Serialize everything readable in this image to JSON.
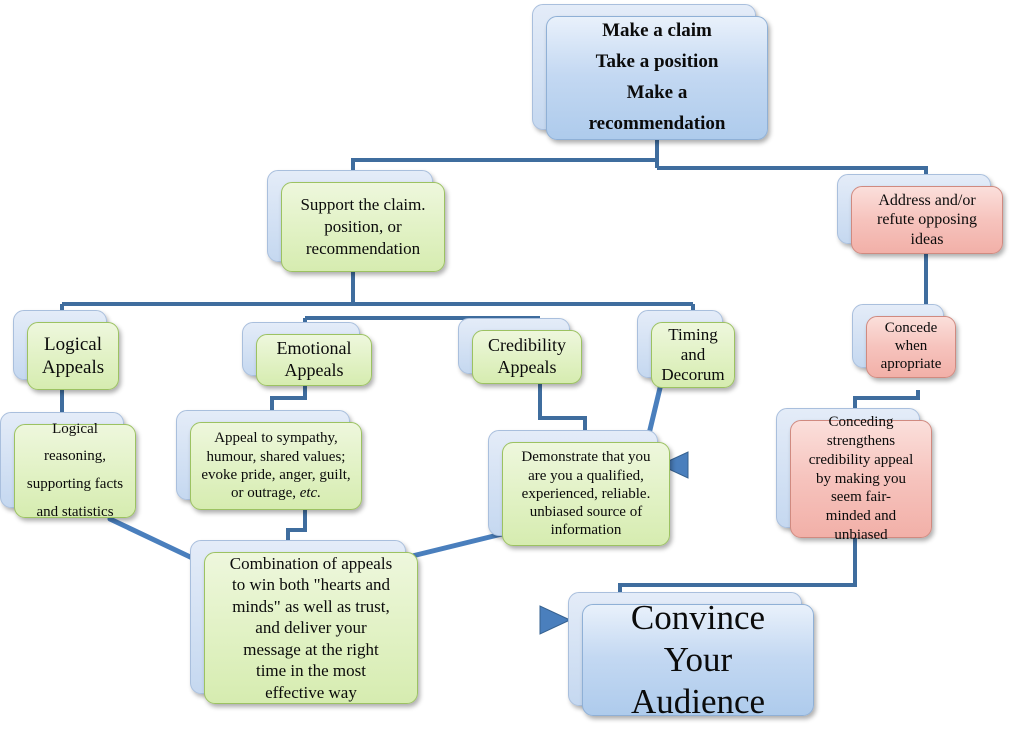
{
  "diagram": {
    "title": "Persuasive Argument Flow Chart",
    "colors": {
      "blue_fill": "#c3d8f2",
      "green_fill": "#e2f2c6",
      "red_fill": "#f6c3bd",
      "connector": "#3f6d9e",
      "shadow_fill": "#d5e3f5"
    },
    "nodes": [
      {
        "id": "root",
        "type": "blue",
        "lines": [
          "Make a claim",
          "Take a position",
          "Make a",
          "recommendation"
        ]
      },
      {
        "id": "support",
        "type": "green",
        "lines": [
          "Support the claim.",
          "position, or",
          "recommendation"
        ]
      },
      {
        "id": "address",
        "type": "red",
        "lines": [
          "Address and/or",
          "refute opposing",
          "ideas"
        ]
      },
      {
        "id": "logical",
        "type": "green",
        "lines": [
          "Logical",
          "Appeals"
        ]
      },
      {
        "id": "emotional",
        "type": "green",
        "lines": [
          "Emotional",
          "Appeals"
        ]
      },
      {
        "id": "credibility",
        "type": "green",
        "lines": [
          "Credibility",
          "Appeals"
        ]
      },
      {
        "id": "timing",
        "type": "green",
        "lines": [
          "Timing",
          "and",
          "Decorum"
        ]
      },
      {
        "id": "concede",
        "type": "red",
        "lines": [
          "Concede",
          "when",
          "apropriate"
        ]
      },
      {
        "id": "logreason",
        "type": "green",
        "lines": [
          "Logical reasoning,",
          "supporting facts",
          "and statistics"
        ]
      },
      {
        "id": "appealto",
        "type": "green",
        "lines": [
          "Appeal to sympathy,",
          "humour, shared values;",
          "evoke pride, anger, guilt,",
          "or outrage, etc."
        ],
        "italic_tail": "etc."
      },
      {
        "id": "demo",
        "type": "green",
        "lines": [
          "Demonstrate that you",
          "are you a qualified,",
          "experienced, reliable.",
          "unbiased source of",
          "information"
        ]
      },
      {
        "id": "conceding",
        "type": "red",
        "lines": [
          "Conceding",
          "strengthens",
          "credibility appeal",
          "by making you",
          "seem fair-",
          "minded and",
          "unbiased"
        ]
      },
      {
        "id": "combination",
        "type": "green",
        "lines": [
          "Combination of appeals",
          "to win both \"hearts and",
          "minds\" as well as trust,",
          "and deliver your",
          "message at the right",
          "time in the most",
          "effective way"
        ]
      },
      {
        "id": "convince",
        "type": "blue",
        "lines": [
          "Convince",
          "Your",
          "Audience"
        ]
      }
    ],
    "connections": [
      {
        "from": "root",
        "to": "support",
        "style": "elbow"
      },
      {
        "from": "root",
        "to": "address",
        "style": "elbow"
      },
      {
        "from": "support",
        "to": "logical",
        "style": "elbow"
      },
      {
        "from": "support",
        "to": "emotional",
        "style": "elbow"
      },
      {
        "from": "support",
        "to": "credibility",
        "style": "elbow"
      },
      {
        "from": "support",
        "to": "timing",
        "style": "elbow"
      },
      {
        "from": "address",
        "to": "concede",
        "style": "straight"
      },
      {
        "from": "concede",
        "to": "conceding",
        "style": "elbow"
      },
      {
        "from": "logical",
        "to": "logreason",
        "style": "straight"
      },
      {
        "from": "emotional",
        "to": "appealto",
        "style": "elbow"
      },
      {
        "from": "credibility",
        "to": "demo",
        "style": "elbow"
      },
      {
        "from": "timing",
        "to": "demo",
        "style": "diagonal"
      },
      {
        "from": "logreason",
        "to": "combination",
        "style": "diagonal"
      },
      {
        "from": "appealto",
        "to": "combination",
        "style": "elbow"
      },
      {
        "from": "demo",
        "to": "combination",
        "style": "diagonal"
      },
      {
        "from": "conceding",
        "to": "demo",
        "style": "arrow-left"
      },
      {
        "from": "combination",
        "to": "convince",
        "style": "arrow-right"
      },
      {
        "from": "conceding",
        "to": "convince",
        "style": "elbow"
      }
    ]
  }
}
